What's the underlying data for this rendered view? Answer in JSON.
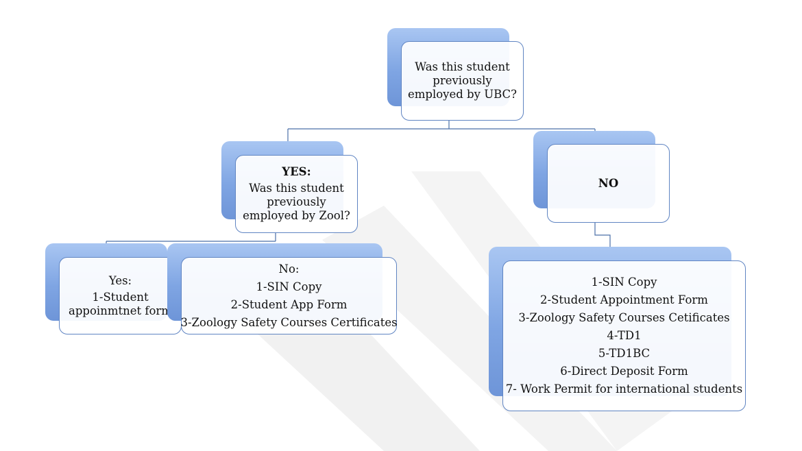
{
  "diagram": {
    "root": {
      "label_lines": [
        "Was this student",
        "previously",
        "employed by UBC?"
      ]
    },
    "yes_branch": {
      "heading": "YES:",
      "label_lines": [
        "Was this student",
        "previously",
        "employed by Zool?"
      ]
    },
    "no_branch": {
      "label": "NO"
    },
    "yes_yes_leaf": {
      "heading": "Yes:",
      "label_lines": [
        "1-Student",
        "appoinmtnet form"
      ]
    },
    "yes_no_leaf": {
      "heading": "No:",
      "items": [
        "1-SIN Copy",
        "2-Student App Form",
        "3-Zoology Safety Courses Certificates"
      ]
    },
    "no_leaf": {
      "items": [
        "1-SIN Copy",
        "2-Student Appointment Form",
        "3-Zoology Safety Courses Cetificates",
        "4-TD1",
        "5-TD1BC",
        "6-Direct Deposit Form",
        "7- Work Permit for international students"
      ]
    }
  },
  "colors": {
    "shadow_top": "#a9c6f2",
    "shadow_bottom": "#6e95d8",
    "border": "#5f84c2",
    "connector": "#4a6fa8",
    "watermark": "#eeeeee"
  }
}
